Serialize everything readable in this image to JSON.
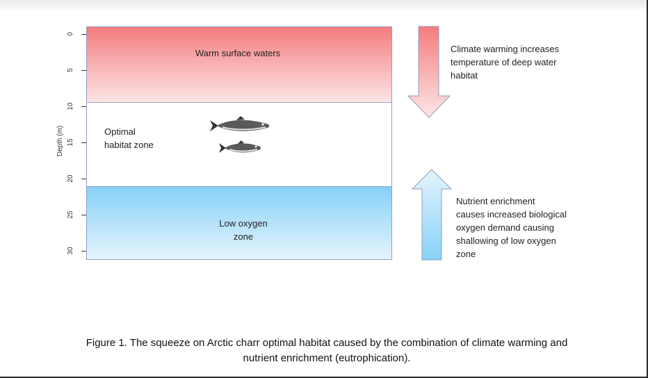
{
  "axis": {
    "label": "Depth (m)",
    "ticks": [
      "0",
      "5",
      "10",
      "15",
      "20",
      "25",
      "30"
    ],
    "range": [
      0,
      32
    ]
  },
  "zones": {
    "warm": "Warm surface waters",
    "optimal": "Optimal\nhabitat zone",
    "low": "Low oxygen\nzone"
  },
  "boundaries_m": [
    0,
    9.5,
    21,
    31
  ],
  "notes": {
    "warming": "Climate warming increases\ntemperature of deep water\nhabitat",
    "nutrient": "Nutrient enrichment\ncauses increased biological\noxygen demand causing\nshallowing of low oxygen\nzone"
  },
  "caption": "Figure 1. The squeeze on Arctic charr optimal habitat caused by the combination of climate warming and\nnutrient enrichment (eutrophication).",
  "colors": {
    "warm_top": "#f47c7e",
    "warm_bottom": "#fde6e7",
    "low_top": "#86d1f8",
    "low_bottom": "#e6f4fd",
    "border": "#8e9fc2"
  },
  "icons": [
    "fish-icon",
    "down-arrow-icon",
    "up-arrow-icon"
  ]
}
